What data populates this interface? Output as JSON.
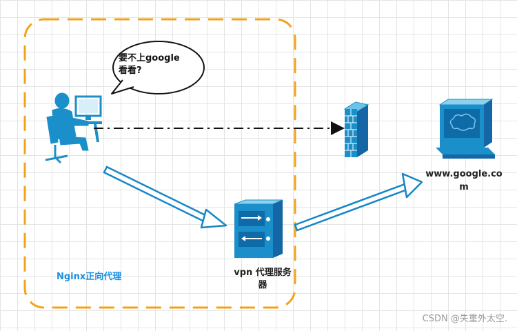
{
  "diagram": {
    "frame_label": "Nginx正向代理",
    "bubble_lines": [
      "要不上google",
      "看看?"
    ],
    "proxy_server_lines": [
      "vpn 代理服务",
      "器"
    ],
    "target_lines": [
      "www.google.co",
      "m"
    ],
    "watermark": "CSDN @失重外太空.",
    "colors": {
      "frame": "#f2a31b",
      "icon": "#1a8fc9",
      "arrow_stroke": "#1686c7",
      "title": "#1b8fe0"
    }
  }
}
